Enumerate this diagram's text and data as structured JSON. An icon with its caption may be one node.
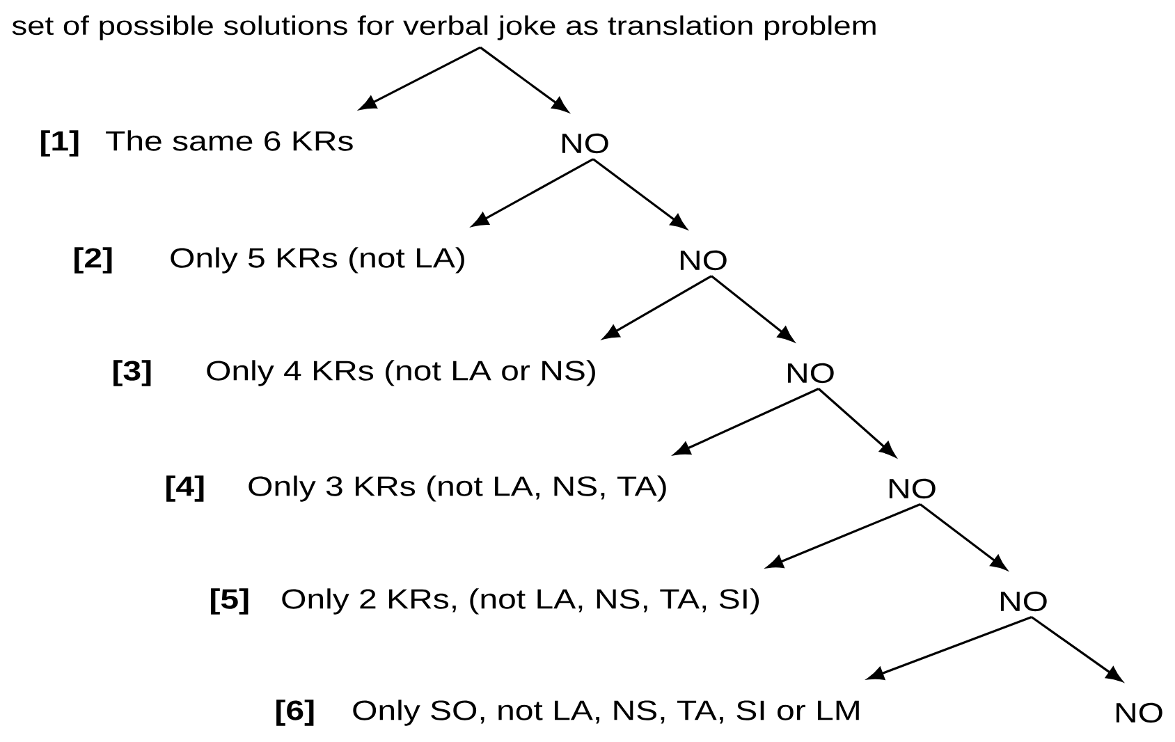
{
  "diagram": {
    "nodes": [
      {
        "text": [
          "set of possible solutions for verbal joke as translation problem"
        ]
      },
      {
        "text": [
          "[1]",
          "The same 6 KRs"
        ]
      },
      {
        "text": [
          "NO"
        ]
      },
      {
        "text": [
          "[2]",
          "Only 5  KRs (not LA)"
        ]
      },
      {
        "text": [
          "NO"
        ]
      },
      {
        "text": [
          "[3]",
          "Only 4 KRs (not LA or NS)"
        ]
      },
      {
        "text": [
          "NO"
        ]
      },
      {
        "text": [
          "[4]",
          "Only 3 KRs (not LA, NS, TA)"
        ]
      },
      {
        "text": [
          "NO"
        ]
      },
      {
        "text": [
          "[5]",
          "Only 2 KRs, (not LA, NS, TA, SI)"
        ]
      },
      {
        "text": [
          "NO"
        ]
      },
      {
        "text": [
          "[6]",
          "Only SO, not LA, NS, TA, SI or LM"
        ]
      },
      {
        "text": [
          "NO"
        ]
      }
    ],
    "edges": [
      {
        "from": 0,
        "to": 1,
        "arrow": "to"
      },
      {
        "from": 0,
        "to": 2,
        "arrow": "to"
      },
      {
        "from": 2,
        "to": 3,
        "arrow": "to"
      },
      {
        "from": 2,
        "to": 4,
        "arrow": "to"
      },
      {
        "from": 4,
        "to": 5,
        "arrow": "to"
      },
      {
        "from": 4,
        "to": 6,
        "arrow": "to"
      },
      {
        "from": 6,
        "to": 7,
        "arrow": "to"
      },
      {
        "from": 6,
        "to": 8,
        "arrow": "to"
      },
      {
        "from": 8,
        "to": 9,
        "arrow": "to"
      },
      {
        "from": 8,
        "to": 10,
        "arrow": "to"
      },
      {
        "from": 10,
        "to": 11,
        "arrow": "to"
      },
      {
        "from": 10,
        "to": 12,
        "arrow": "to"
      }
    ]
  }
}
